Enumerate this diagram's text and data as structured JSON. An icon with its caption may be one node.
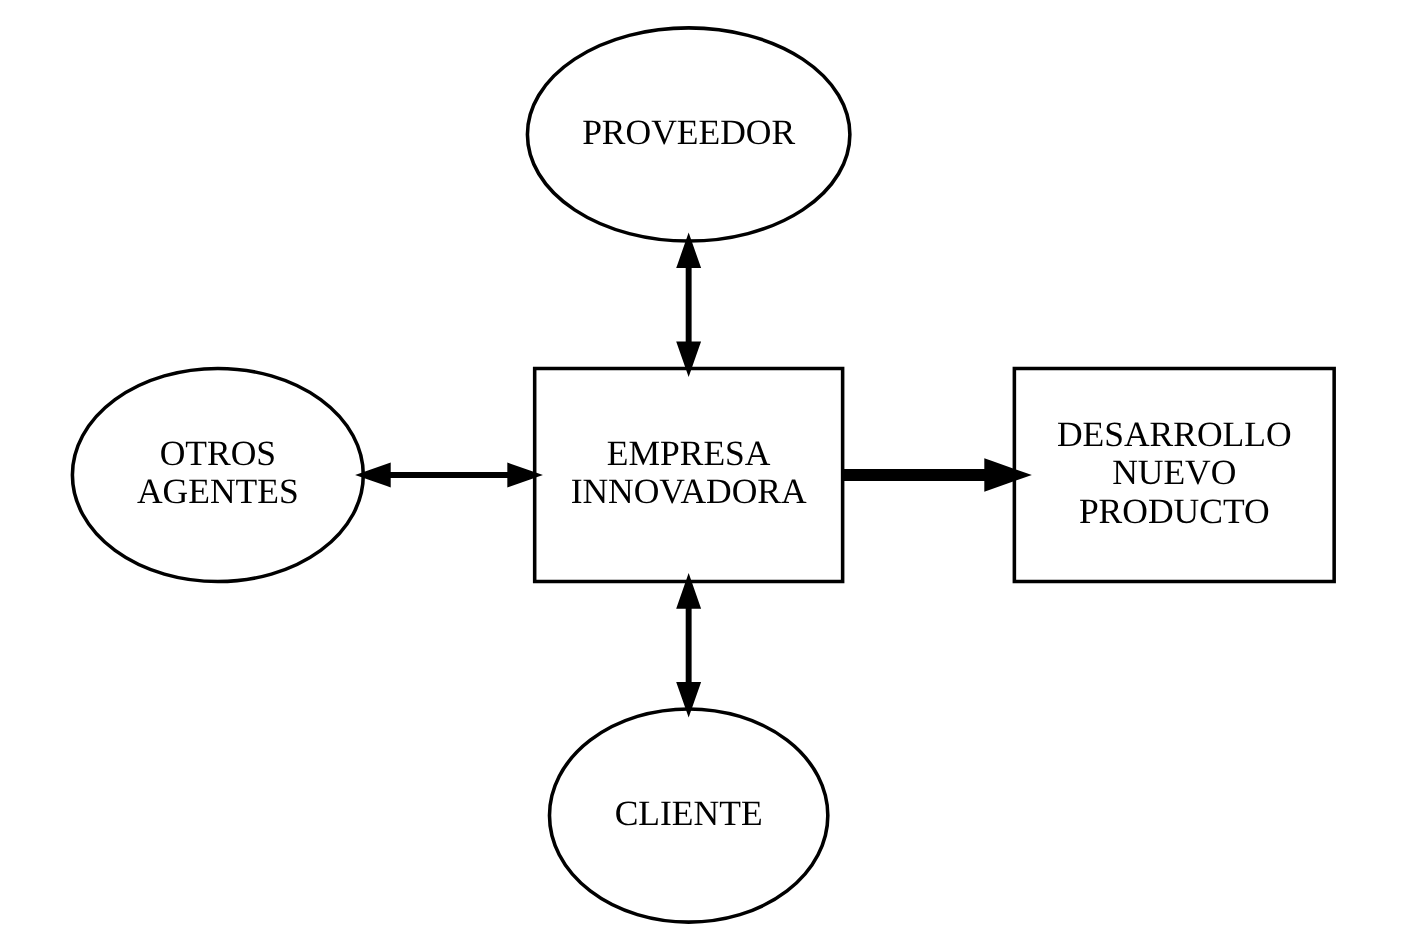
{
  "diagram": {
    "nodes": [
      {
        "text": [
          "PROVEEDOR"
        ]
      },
      {
        "text": [
          "OTROS AGENTES"
        ]
      },
      {
        "text": [
          "EMPRESA INNOVADORA"
        ]
      },
      {
        "text": [
          "DESARROLLO NUEVO PRODUCTO"
        ]
      },
      {
        "text": [
          "CLIENTE"
        ]
      }
    ],
    "edges": [
      {
        "from": 0,
        "to": 2,
        "arrow": "both"
      },
      {
        "from": 1,
        "to": 2,
        "arrow": "both"
      },
      {
        "from": 2,
        "to": 3,
        "arrow": "to",
        "style": "thick"
      },
      {
        "from": 2,
        "to": 4,
        "arrow": "both"
      }
    ]
  }
}
